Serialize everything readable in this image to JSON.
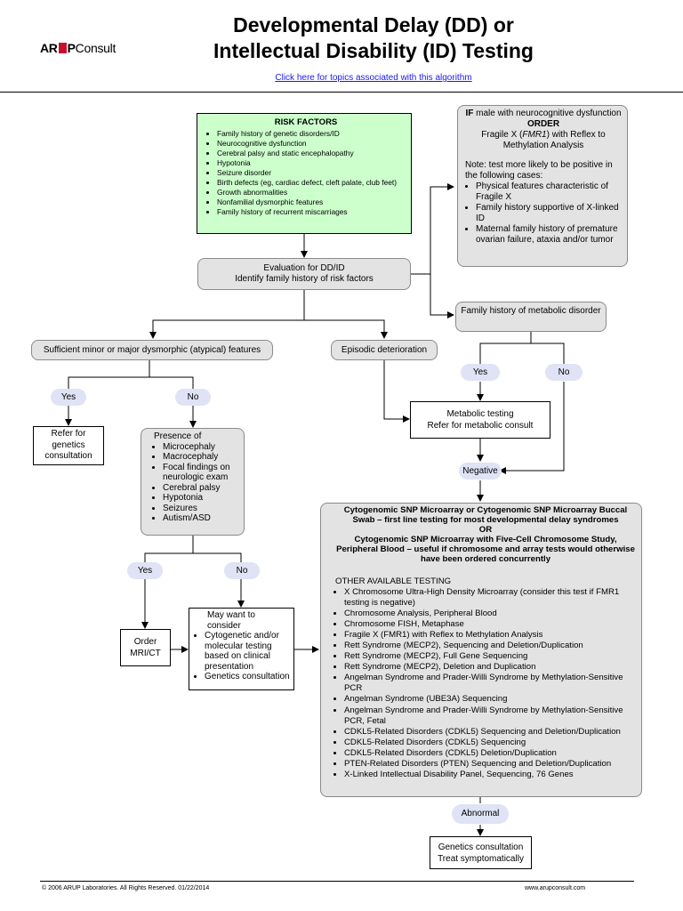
{
  "header": {
    "logo_a": "AR",
    "logo_b": "P",
    "logo_c": "Consult",
    "title_line1": "Developmental Delay (DD) or",
    "title_line2": "Intellectual Disability (ID) Testing",
    "link": "Click here for topics associated with this algorithm"
  },
  "risk": {
    "title": "RISK FACTORS",
    "items": [
      "Family history of genetic disorders/ID",
      "Neurocognitive dysfunction",
      "Cerebral palsy and static encephalopathy",
      "Hypotonia",
      "Seizure disorder",
      "Birth defects (eg, cardiac defect, cleft palate, club feet)",
      "Growth abnormalities",
      "Nonfamilial dysmorphic features",
      "Family history of recurrent miscarriages"
    ]
  },
  "fragile": {
    "if": "IF",
    "cond": "male with neurocognitive dysfunction",
    "order": "ORDER",
    "test1": "Fragile X (",
    "test_gene": "FMR1",
    "test2": ") with Reflex to Methylation Analysis",
    "note": "Note: test more likely to be positive in the following cases:",
    "items": [
      "Physical features characteristic of Fragile X",
      "Family history supportive of X-linked ID",
      "Maternal family history of premature ovarian failure, ataxia and/or tumor"
    ]
  },
  "evaluation": {
    "line1": "Evaluation for DD/ID",
    "line2": "Identify family history of risk factors"
  },
  "metabolic_history": "Family history of metabolic disorder",
  "dysmorphic": "Sufficient minor or major dysmorphic (atypical) features",
  "episodic": "Episodic deterioration",
  "yes": "Yes",
  "no": "No",
  "refer": "Refer for genetics consultation",
  "metabolic_test": {
    "line1": "Metabolic testing",
    "line2": "Refer for metabolic consult"
  },
  "negative": "Negative",
  "presence": {
    "title": "Presence of",
    "items": [
      "Microcephaly",
      "Macrocephaly",
      "Focal findings on neurologic exam",
      "Cerebral palsy",
      "Hypotonia",
      "Seizures",
      "Autism/ASD"
    ]
  },
  "order_mri": "Order MRI/CT",
  "consider": {
    "title": "May want to consider",
    "items": [
      "Cytogenetic and/or molecular testing based on clinical presentation",
      "Genetics consultation"
    ]
  },
  "cyto": {
    "h1": "Cytogenomic SNP Microarray or Cytogenomic SNP Microarray Buccal Swab – first line testing for most developmental delay syndromes",
    "or": "OR",
    "h2": "Cytogenomic SNP Microarray with Five-Cell Chromosome Study, Peripheral Blood – useful if chromosome and array tests would otherwise have been ordered concurrently",
    "other": "OTHER AVAILABLE TESTING",
    "items": [
      "X Chromosome Ultra-High Density Microarray (consider this test if FMR1 testing is negative)",
      "Chromosome Analysis, Peripheral Blood",
      "Chromosome FISH, Metaphase",
      "Fragile X (FMR1) with Reflex to Methylation Analysis",
      "Rett Syndrome (MECP2), Sequencing and Deletion/Duplication",
      "Rett Syndrome (MECP2), Full Gene Sequencing",
      "Rett Syndrome (MECP2), Deletion and Duplication",
      "Angelman Syndrome and Prader-Willi Syndrome by Methylation-Sensitive PCR",
      "Angelman Syndrome (UBE3A) Sequencing",
      "Angelman Syndrome and Prader-Willi Syndrome by Methylation-Sensitive PCR, Fetal",
      "CDKL5-Related Disorders (CDKL5) Sequencing and Deletion/Duplication",
      "CDKL5-Related Disorders (CDKL5) Sequencing",
      "CDKL5-Related Disorders (CDKL5) Deletion/Duplication",
      "PTEN-Related Disorders (PTEN) Sequencing and Deletion/Duplication",
      "X-Linked Intellectual Disability Panel, Sequencing, 76 Genes"
    ]
  },
  "abnormal": "Abnormal",
  "final": {
    "line1": "Genetics consultation",
    "line2": "Treat symptomatically"
  },
  "footer": {
    "left": "© 2006 ARUP Laboratories. All Rights Reserved. 01/22/2014",
    "right": "www.arupconsult.com"
  }
}
